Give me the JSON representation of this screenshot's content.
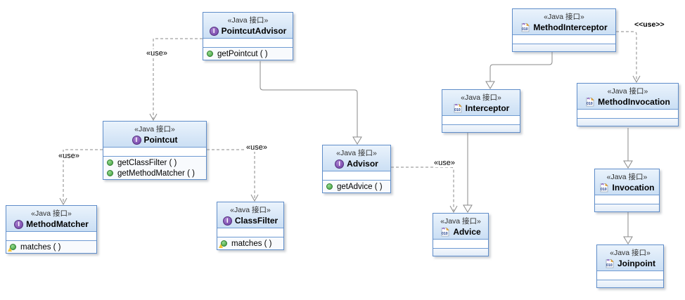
{
  "diagram": {
    "type": "uml-class-diagram",
    "language_note": "Java interface stereotype shown in Chinese",
    "colors": {
      "box_border": "#5f8dc9",
      "header_fill_top": "#eaf3fc",
      "header_fill_bottom": "#cbdff4",
      "interface_icon_purple": "#6f3fa5",
      "method_icon_green": "#3c9a3c",
      "warning_overlay_yellow": "#f2c230",
      "binary_fold_orange": "#f5b03c",
      "edge_gray": "#8a8a8a"
    }
  },
  "classes": [
    {
      "stereotype": "«Java 接口»",
      "name": "PointcutAdvisor",
      "icon": "interface-icon",
      "methods": [
        {
          "label": "getPointcut ( )"
        }
      ]
    },
    {
      "stereotype": "«Java 接口»",
      "name": "Pointcut",
      "icon": "interface-icon",
      "methods": [
        {
          "label": "getClassFilter ( )"
        },
        {
          "label": "getMethodMatcher ( )"
        }
      ]
    },
    {
      "stereotype": "«Java 接口»",
      "name": "MethodMatcher",
      "icon": "interface-icon",
      "methods": [
        {
          "label": "matches ( )"
        }
      ]
    },
    {
      "stereotype": "«Java 接口»",
      "name": "ClassFilter",
      "icon": "interface-icon",
      "methods": [
        {
          "label": "matches ( )"
        }
      ]
    },
    {
      "stereotype": "«Java 接口»",
      "name": "Advisor",
      "icon": "interface-icon",
      "methods": [
        {
          "label": "getAdvice ( )"
        }
      ]
    },
    {
      "stereotype": "«Java 接口»",
      "name": "Advice",
      "icon": "binary-file-icon",
      "methods": []
    },
    {
      "stereotype": "«Java 接口»",
      "name": "Interceptor",
      "icon": "binary-file-icon",
      "methods": []
    },
    {
      "stereotype": "«Java 接口»",
      "name": "MethodInterceptor",
      "icon": "binary-file-icon",
      "methods": []
    },
    {
      "stereotype": "«Java 接口»",
      "name": "MethodInvocation",
      "icon": "binary-file-icon",
      "methods": []
    },
    {
      "stereotype": "«Java 接口»",
      "name": "Invocation",
      "icon": "binary-file-icon",
      "methods": []
    },
    {
      "stereotype": "«Java 接口»",
      "name": "Joinpoint",
      "icon": "binary-file-icon",
      "methods": []
    }
  ],
  "edges": [
    {
      "from": "PointcutAdvisor",
      "to": "Pointcut",
      "type": "dependency-dashed",
      "label": "«use»"
    },
    {
      "from": "PointcutAdvisor",
      "to": "Advisor",
      "type": "generalization",
      "label": ""
    },
    {
      "from": "Pointcut",
      "to": "MethodMatcher",
      "type": "dependency-dashed",
      "label": "«use»"
    },
    {
      "from": "Pointcut",
      "to": "ClassFilter",
      "type": "dependency-dashed",
      "label": "«use»"
    },
    {
      "from": "Advisor",
      "to": "Advice",
      "type": "dependency-dashed",
      "label": "«use»"
    },
    {
      "from": "Interceptor",
      "to": "Advice",
      "type": "generalization",
      "label": ""
    },
    {
      "from": "MethodInterceptor",
      "to": "Interceptor",
      "type": "generalization",
      "label": ""
    },
    {
      "from": "MethodInterceptor",
      "to": "MethodInvocation",
      "type": "dependency-dashed",
      "label": "<<use>>"
    },
    {
      "from": "MethodInvocation",
      "to": "Invocation",
      "type": "generalization",
      "label": ""
    },
    {
      "from": "Invocation",
      "to": "Joinpoint",
      "type": "generalization",
      "label": ""
    }
  ]
}
